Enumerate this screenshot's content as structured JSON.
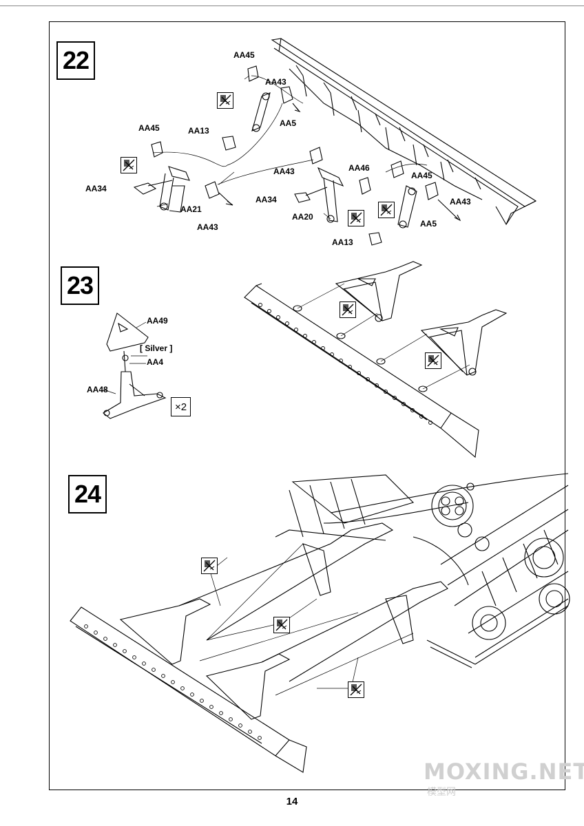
{
  "page_number": "14",
  "watermark": {
    "main": "MOXING.NET",
    "sub": "模型网"
  },
  "steps": [
    {
      "number": "22"
    },
    {
      "number": "23"
    },
    {
      "number": "24"
    }
  ],
  "step22": {
    "labels": [
      "AA45",
      "AA43",
      "AA5",
      "AA13",
      "AA45",
      "AA34",
      "AA21",
      "AA43",
      "AA43",
      "AA46",
      "AA45",
      "AA34",
      "AA20",
      "AA43",
      "AA5",
      "AA13"
    ]
  },
  "step23": {
    "labels": [
      "AA49",
      "[ Silver ]",
      "AA4",
      "AA48"
    ],
    "multiplier": "×2"
  },
  "icons": {
    "glue": "glue-icon"
  }
}
